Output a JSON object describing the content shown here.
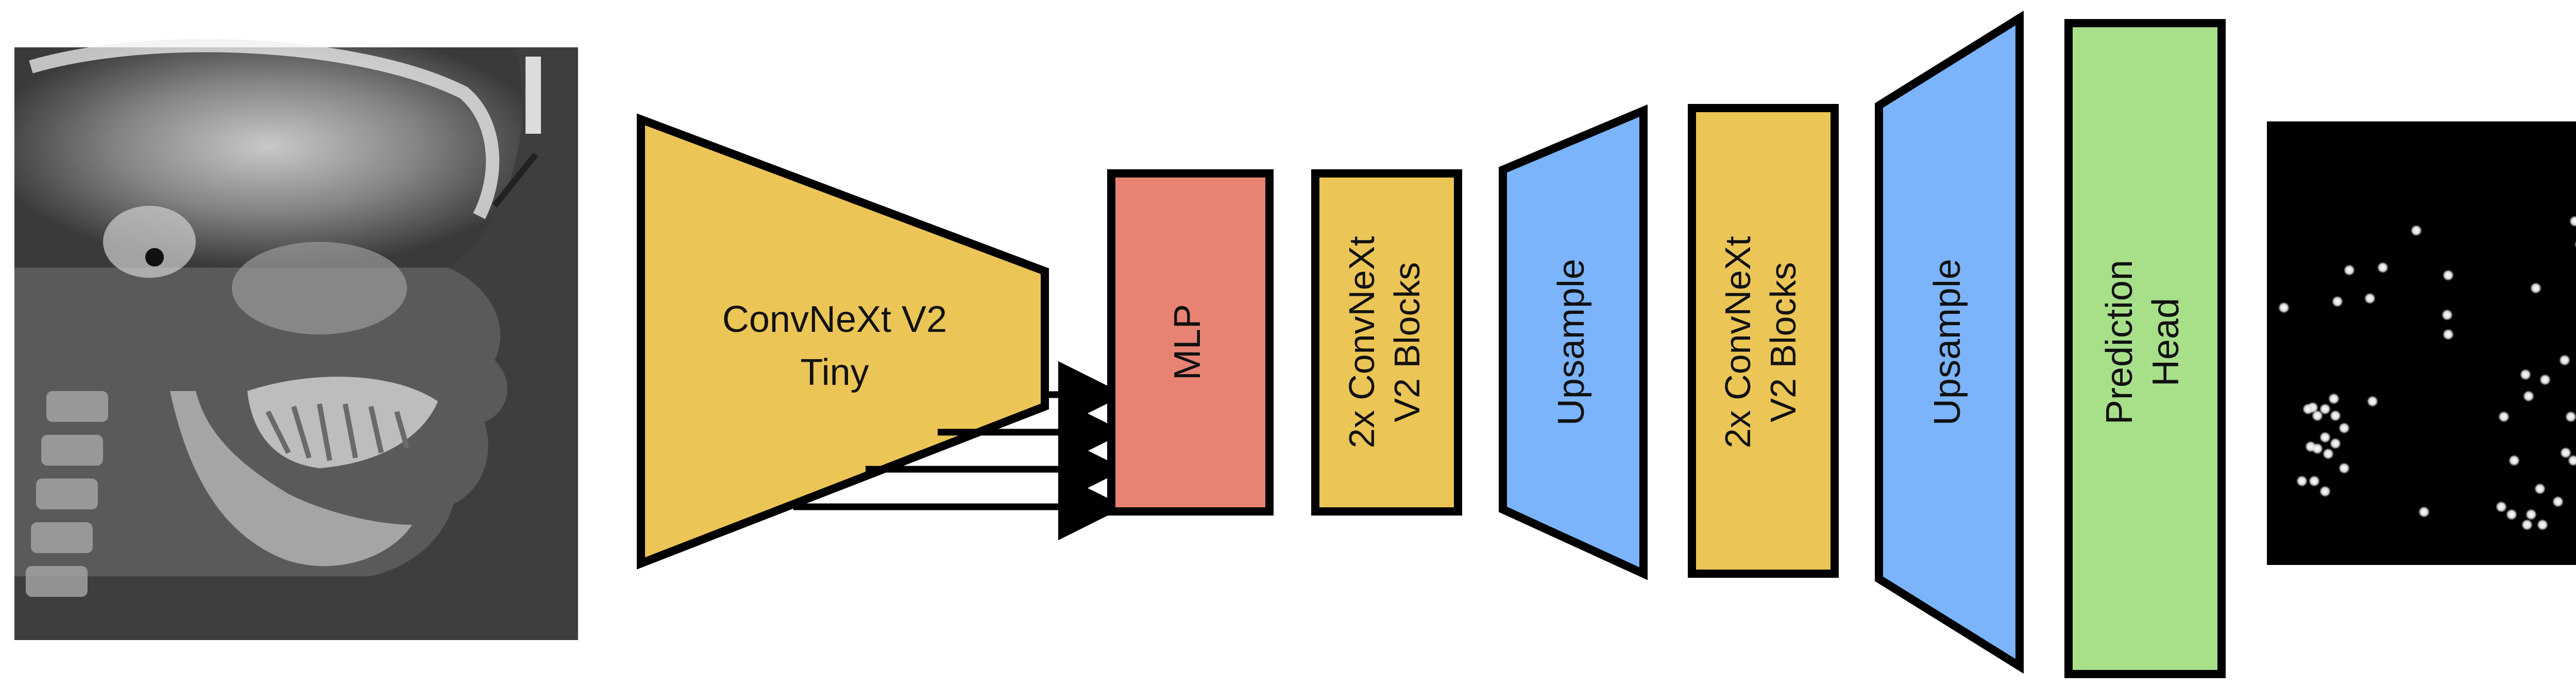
{
  "encoder": {
    "line1": "ConvNeXt V2",
    "line2": "Tiny"
  },
  "mlp": {
    "label": "MLP"
  },
  "convnext_block_1": {
    "line1": "2x ConvNeXt",
    "line2": "V2 Blocks"
  },
  "upsample_1": {
    "label": "Upsample"
  },
  "convnext_block_2": {
    "line1": "2x ConvNeXt",
    "line2": "V2 Blocks"
  },
  "upsample_2": {
    "label": "Upsample"
  },
  "prediction_head": {
    "line1": "Prediction",
    "line2": "Head"
  },
  "colors": {
    "encoder": "#EBC556",
    "mlp": "#E88273",
    "convnext_block": "#EBC556",
    "upsample": "#7BB4FA",
    "prediction_head": "#A8E08A",
    "stroke": "#000000",
    "heatmap_bg": "#000000",
    "landmark": "#ffffff"
  }
}
